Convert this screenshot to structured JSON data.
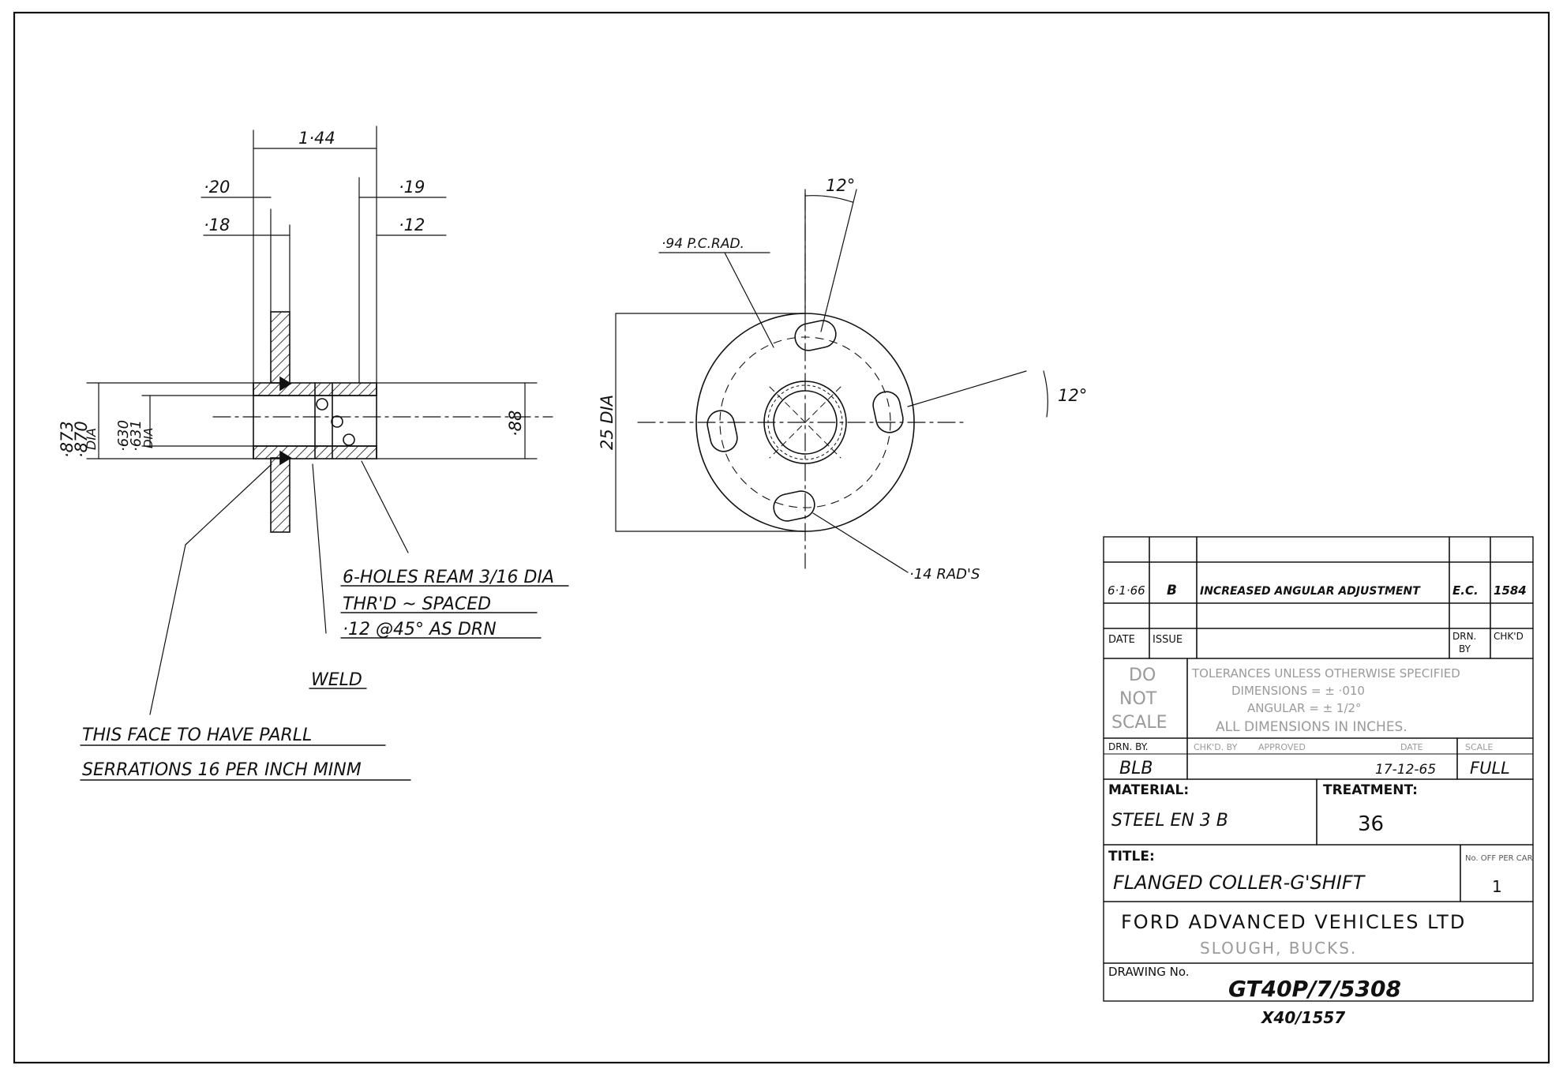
{
  "side_view": {
    "dims": {
      "overall_length": "1·44",
      "left_top": "·20",
      "left_bottom": "·18",
      "right_top": "·19",
      "right_bottom": "·12",
      "flange_od_max": "·873",
      "flange_od_min": "·870",
      "od_unit": "DIA",
      "bore_max": "·630",
      "bore_min": "·631",
      "bore_unit": "DIA",
      "right_dia": "·88"
    },
    "notes": {
      "holes_line1": "6-HOLES REAM 3/16 DIA",
      "holes_line2": "THR'D ~ SPACED",
      "holes_line3": "·12 @45° AS DRN",
      "weld": "WELD",
      "face_line1": "THIS FACE TO HAVE PARLL",
      "face_line2": "SERRATIONS 16 PER INCH MINM"
    }
  },
  "end_view": {
    "angle_top": "12°",
    "angle_right": "12°",
    "pc_rad": "·94 P.C.RAD.",
    "dia": "25 DIA",
    "slot_rad": "·14 RAD'S"
  },
  "title_block": {
    "revision": {
      "date": "6·1·66",
      "issue": "B",
      "description": "INCREASED ANGULAR ADJUSTMENT",
      "initials": "E.C.",
      "ref": "1584"
    },
    "headers": {
      "date": "DATE",
      "issue": "ISSUE",
      "drn": "DRN.",
      "by": "BY",
      "chkd": "CHK'D",
      "material": "MATERIAL:",
      "treatment": "TREATMENT:",
      "title": "TITLE:",
      "drawing_no": "DRAWING No.",
      "no_off": "No. OFF PER CAR",
      "drn_by": "DRN. BY.",
      "chkd_by": "CHK'D. BY",
      "approved": "APPROVED",
      "date2": "DATE",
      "scale": "SCALE"
    },
    "do_not_scale": [
      "DO",
      "NOT",
      "SCALE"
    ],
    "tolerances": [
      "TOLERANCES UNLESS OTHERWISE SPECIFIED",
      "DIMENSIONS = ± ·010",
      "ANGULAR = ± 1/2°",
      "ALL DIMENSIONS IN INCHES."
    ],
    "drawn_by_initials": "BLB",
    "drawn_date": "17-12-65",
    "scale_value": "FULL",
    "material_value": "STEEL EN 3 B",
    "treatment_value": "36",
    "title_value": "FLANGED COLLER-G'SHIFT",
    "no_off_value": "1",
    "company_line1": "FORD ADVANCED VEHICLES LTD",
    "company_line2": "SLOUGH, BUCKS.",
    "drawing_number": "GT40P/7/5308",
    "alt_number": "X40/1557"
  },
  "colors": {
    "ink": "#111111",
    "paper": "#ffffff",
    "faint": "#9a9a9a"
  }
}
